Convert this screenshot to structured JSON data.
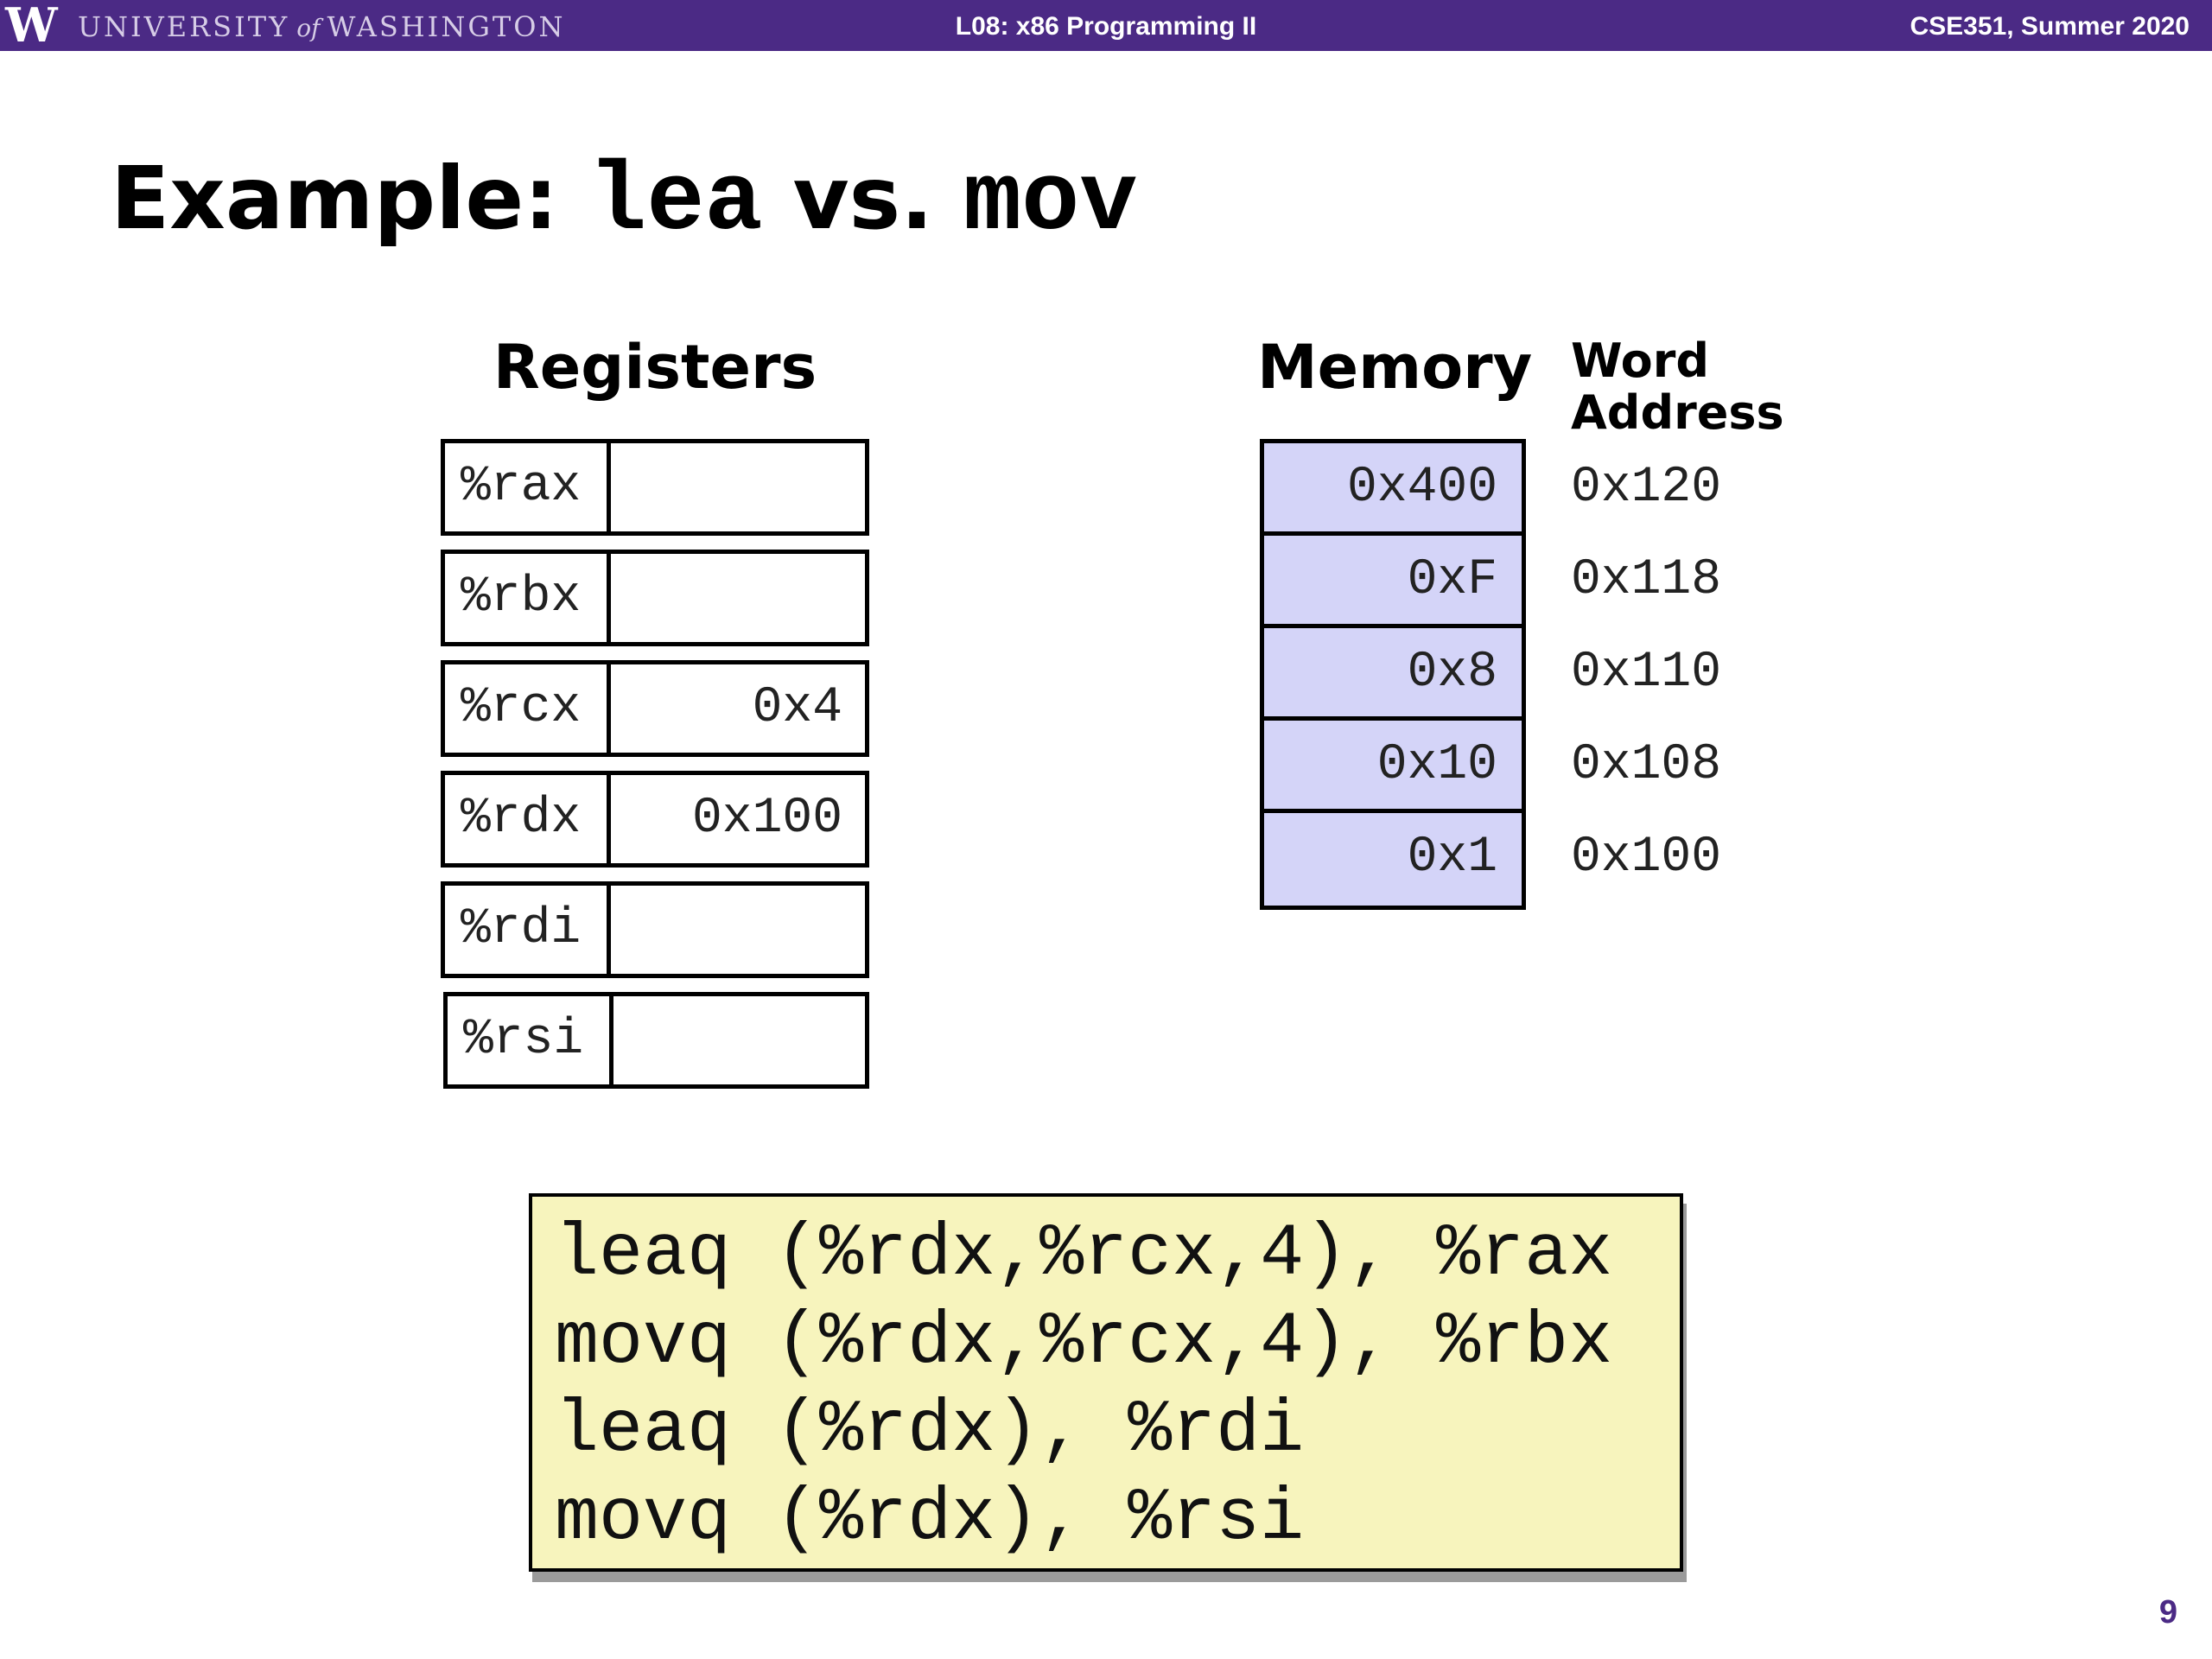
{
  "header": {
    "logo_letter": "W",
    "university_pre": "UNIVERSITY",
    "university_of": "of",
    "university_post": "WASHINGTON",
    "lecture": "L08: x86 Programming II",
    "course": "CSE351, Summer 2020"
  },
  "title": {
    "prefix": "Example: ",
    "op1": "lea",
    "middle": " vs. ",
    "op2": "mov"
  },
  "registers": {
    "heading": "Registers",
    "rows": [
      {
        "name": "%rax",
        "value": ""
      },
      {
        "name": "%rbx",
        "value": ""
      },
      {
        "name": "%rcx",
        "value": "0x4"
      },
      {
        "name": "%rdx",
        "value": "0x100"
      },
      {
        "name": "%rdi",
        "value": ""
      },
      {
        "name": "%rsi",
        "value": ""
      }
    ]
  },
  "memory": {
    "heading": "Memory",
    "address_heading_line1": "Word",
    "address_heading_line2": "Address",
    "cells": [
      {
        "value": "0x400",
        "address": "0x120"
      },
      {
        "value": "0xF",
        "address": "0x118"
      },
      {
        "value": "0x8",
        "address": "0x110"
      },
      {
        "value": "0x10",
        "address": "0x108"
      },
      {
        "value": "0x1",
        "address": "0x100"
      }
    ],
    "cell_color": "#d4d4f8"
  },
  "code": {
    "lines": [
      "leaq (%rdx,%rcx,4), %rax",
      "movq (%rdx,%rcx,4), %rbx",
      "leaq (%rdx), %rdi",
      "movq (%rdx), %rsi"
    ],
    "background": "#f7f4bd"
  },
  "page_number": "9",
  "colors": {
    "header_bg": "#4b2a85"
  }
}
